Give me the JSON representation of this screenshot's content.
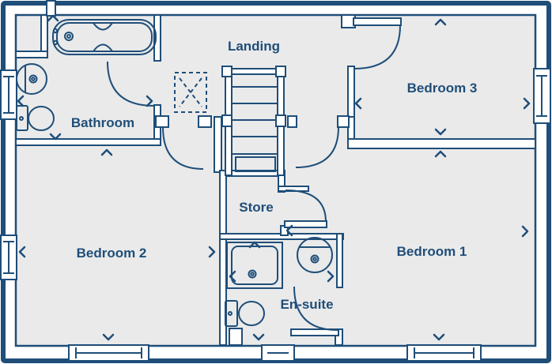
{
  "plan": {
    "rooms": {
      "landing": {
        "label": "Landing"
      },
      "bathroom": {
        "label": "Bathroom"
      },
      "bedroom3": {
        "label": "Bedroom 3"
      },
      "bedroom2": {
        "label": "Bedroom 2"
      },
      "bedroom1": {
        "label": "Bedroom 1"
      },
      "store": {
        "label": "Store"
      },
      "ensuite": {
        "label": "En-suite"
      }
    },
    "fixtures": [
      "bathtub",
      "basin",
      "toilet",
      "shower-tray",
      "staircase",
      "loft-hatch"
    ],
    "colors": {
      "line": "#1f4e79",
      "floor": "#eaeaea",
      "background": "#ffffff"
    }
  }
}
